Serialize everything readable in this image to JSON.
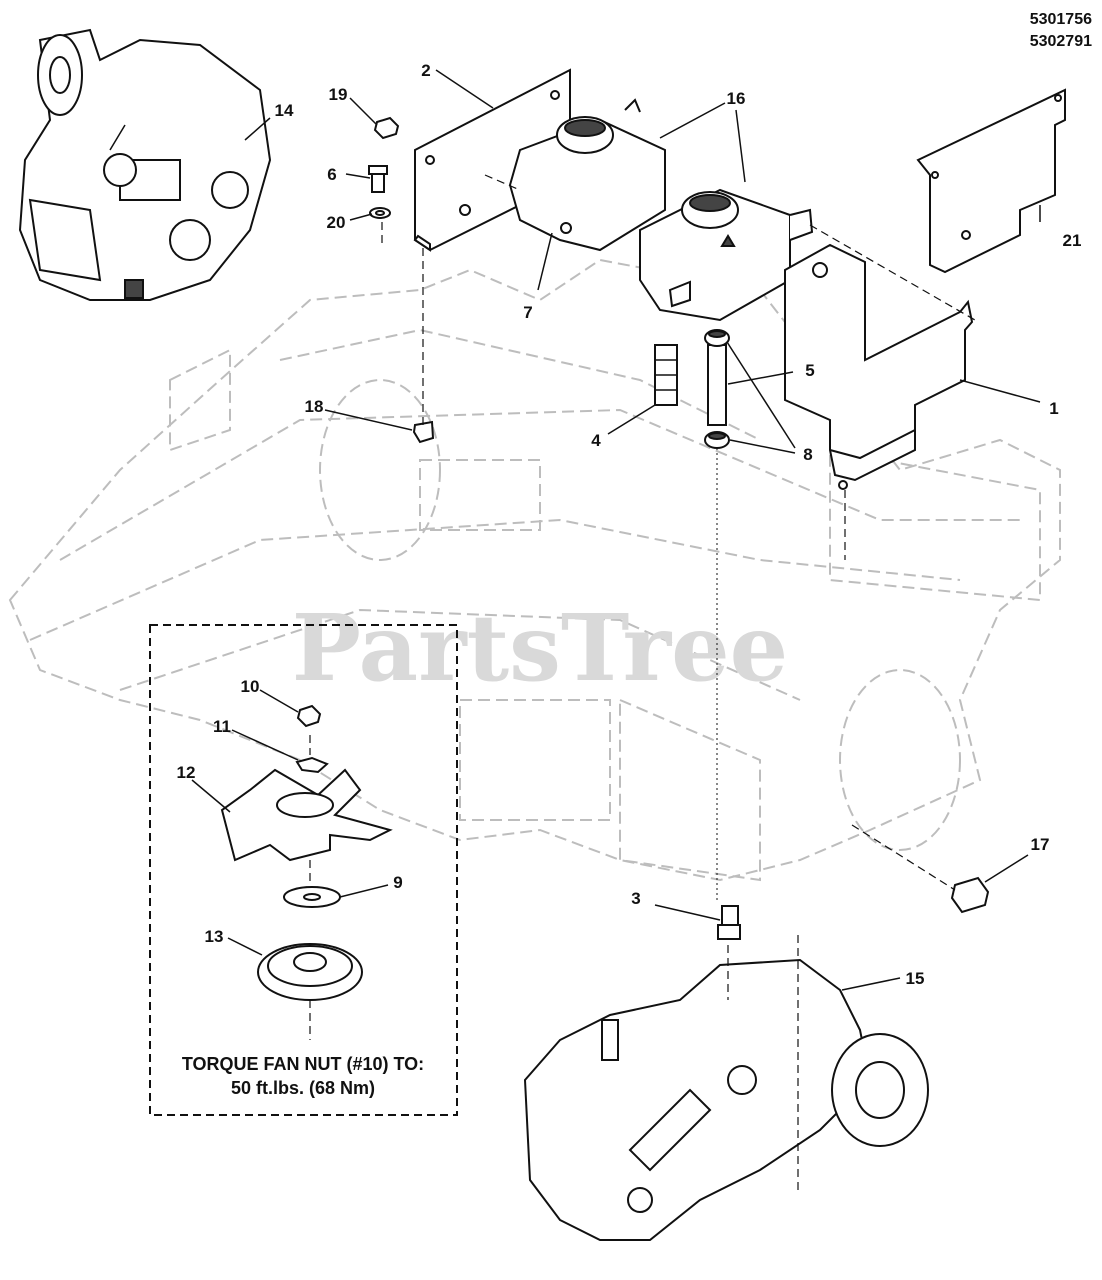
{
  "header": {
    "part_numbers": [
      "5301756",
      "5302791"
    ]
  },
  "watermark": "PartsTree",
  "inset_note": {
    "line1": "TORQUE FAN NUT (#10) TO:",
    "line2": "50 ft.lbs. (68 Nm)"
  },
  "callouts": {
    "c1": "1",
    "c2": "2",
    "c3": "3",
    "c4": "4",
    "c5": "5",
    "c6": "6",
    "c7": "7",
    "c8a": "8",
    "c8b": "8",
    "c9": "9",
    "c10": "10",
    "c11": "11",
    "c12": "12",
    "c13": "13",
    "c14": "14",
    "c15": "15",
    "c16": "16",
    "c17": "17",
    "c18": "18",
    "c19": "19",
    "c20": "20",
    "c21": "21"
  }
}
